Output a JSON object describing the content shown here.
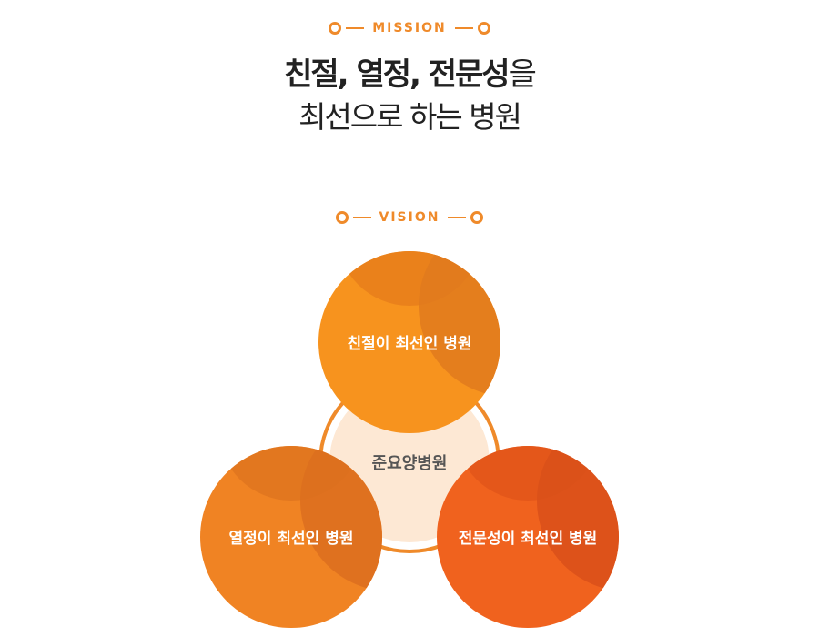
{
  "mission": {
    "label": "MISSION",
    "headline_strong": "친절, 열정, 전문성",
    "headline_suffix": "을",
    "headline_line2": "최선으로 하는 병원"
  },
  "vision": {
    "label": "VISION",
    "center": "준요양병원",
    "circles": [
      {
        "label": "친절이 최선인 병원",
        "color": "#f7931e"
      },
      {
        "label": "열정이 최선인 병원",
        "color": "#f08323"
      },
      {
        "label": "전문성이 최선인 병원",
        "color": "#f0621e"
      }
    ]
  },
  "colors": {
    "accent": "#ef8a2a",
    "center_fill": "#fde8d4",
    "center_ring": "#ef8a2a",
    "headline_text": "#222222"
  }
}
